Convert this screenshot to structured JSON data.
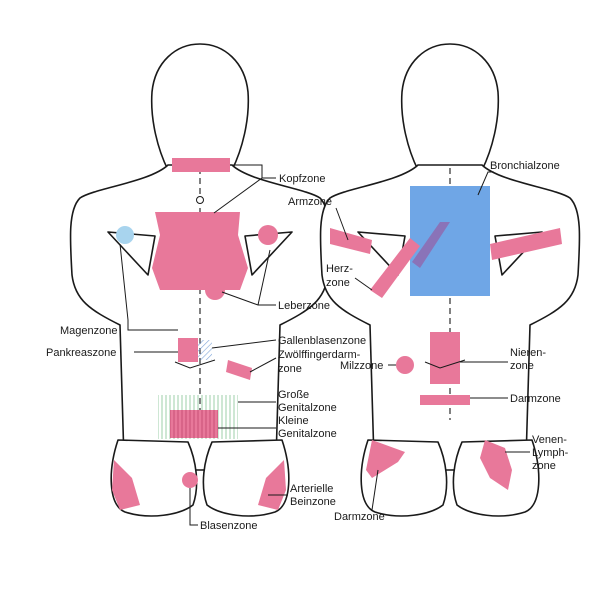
{
  "colors": {
    "zone_pink": "#e8789a",
    "zone_blue": "#6fa6e6",
    "zone_purple": "#8a73b8",
    "outline": "#1a1a1a"
  },
  "left_figure": {
    "labels": {
      "kopfzone": "Kopfzone",
      "leberzone": "Leberzone",
      "magenzone": "Magenzone",
      "pankreaszone": "Pankreaszone",
      "gallenblasenzone": "Gallenblasenzone",
      "zwoelffinger_1": "Zwölffingerdarm-",
      "zwoelffinger_2": "zone",
      "grosse_1": "Große",
      "grosse_2": "Genitalzone",
      "kleine_1": "Kleine",
      "kleine_2": "Genitalzone",
      "arterielle_1": "Arterielle",
      "arterielle_2": "Beinzone",
      "blasenzone": "Blasenzone"
    }
  },
  "right_figure": {
    "labels": {
      "bronchialzone": "Bronchialzone",
      "armzone": "Armzone",
      "herz_1": "Herz-",
      "herz_2": "zone",
      "nieren_1": "Nieren-",
      "nieren_2": "zone",
      "milzzone": "Milzzone",
      "darmzone_right": "Darmzone",
      "venen_1": "Venen-",
      "venen_2": "Lymph-",
      "venen_3": "zone",
      "darmzone_bottom": "Darmzone"
    }
  }
}
